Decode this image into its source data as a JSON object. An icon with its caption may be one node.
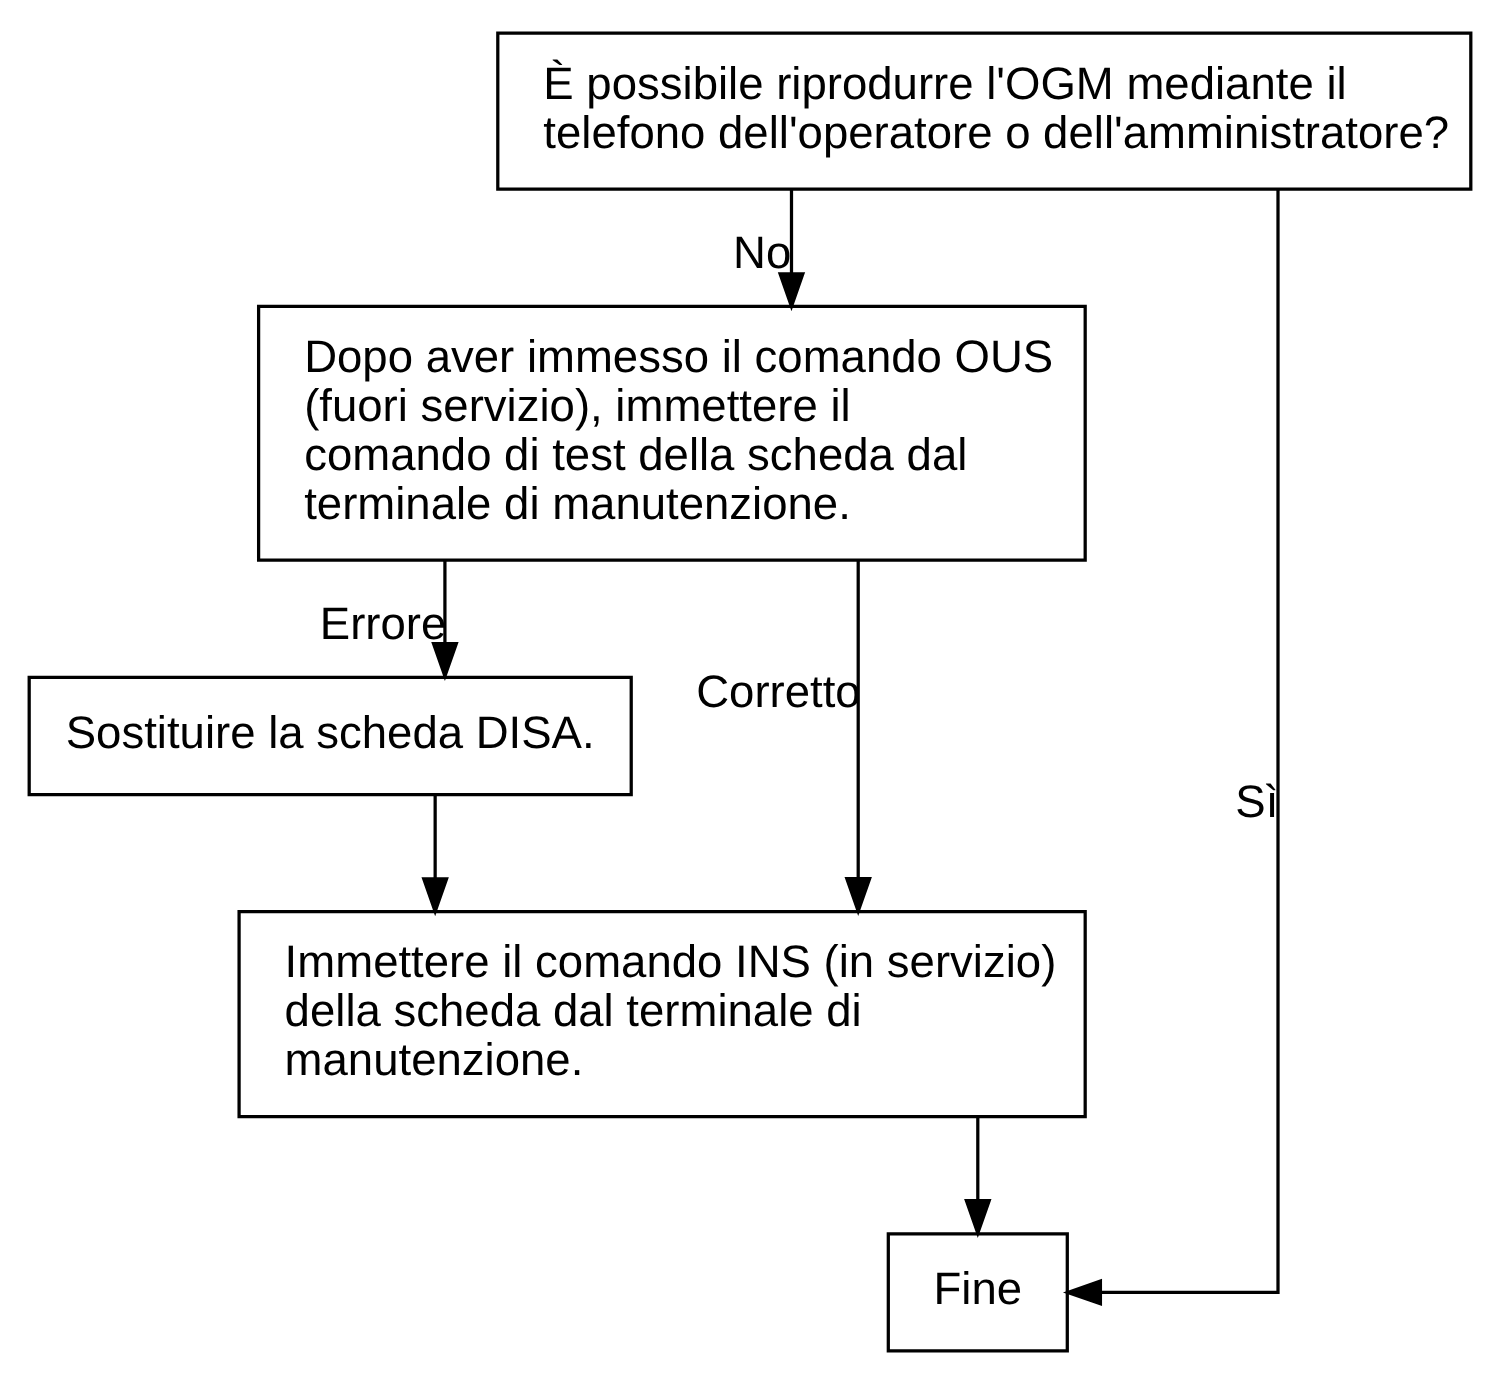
{
  "diagram": {
    "nodes": [
      {
        "text": [
          "È possibile riprodurre l'OGM mediante il telefono dell'operatore o dell'amministratore?"
        ]
      },
      {
        "text": [
          "Dopo aver immesso il comando OUS (fuori servizio), immettere il comando di test della scheda dal terminale di manutenzione."
        ]
      },
      {
        "text": [
          "Sostituire la scheda DISA."
        ]
      },
      {
        "text": [
          "Immettere il comando INS (in servizio) della scheda dal terminale di manutenzione."
        ]
      },
      {
        "text": [
          "Fine"
        ]
      }
    ],
    "edges": [
      {
        "from": 0,
        "to": 1,
        "arrow": "to",
        "label": "No"
      },
      {
        "from": 0,
        "to": 4,
        "arrow": "to",
        "label": "Sì"
      },
      {
        "from": 1,
        "to": 2,
        "arrow": "to",
        "label": "Errore"
      },
      {
        "from": 1,
        "to": 3,
        "arrow": "to",
        "label": "Corretto"
      },
      {
        "from": 2,
        "to": 3,
        "arrow": "to"
      },
      {
        "from": 3,
        "to": 4,
        "arrow": "to"
      }
    ]
  }
}
